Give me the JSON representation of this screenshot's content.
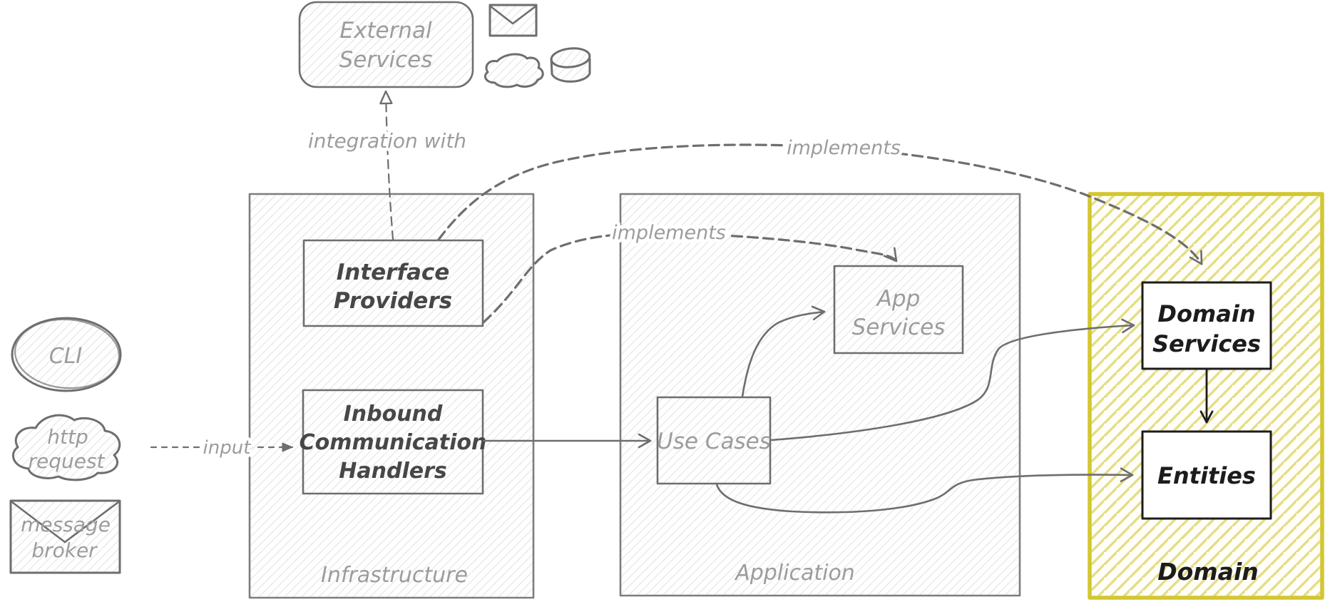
{
  "colors": {
    "ink_gray": "#6e6e6e",
    "ink_light": "#9c9c9c",
    "ink_dark": "#474747",
    "ink_black": "#1c1c1c",
    "domain_yellow": "#d3c630",
    "hatch_yellow": "#e5dd86",
    "hatch_gray": "#e7e7e7",
    "white": "#ffffff"
  },
  "actors": {
    "cli": {
      "label": "CLI"
    },
    "http_request": {
      "line1": "http",
      "line2": "request"
    },
    "message_broker": {
      "line1": "message",
      "line2": "broker"
    }
  },
  "external_services": {
    "line1": "External",
    "line2": "Services"
  },
  "containers": {
    "infrastructure": {
      "label": "Infrastructure"
    },
    "application": {
      "label": "Application"
    },
    "domain": {
      "label": "Domain"
    }
  },
  "nodes": {
    "interface_providers": {
      "line1": "Interface",
      "line2": "Providers"
    },
    "inbound_handlers": {
      "line1": "Inbound",
      "line2": "Communication",
      "line3": "Handlers"
    },
    "app_services": {
      "line1": "App",
      "line2": "Services"
    },
    "use_cases": {
      "label": "Use Cases"
    },
    "domain_services": {
      "line1": "Domain",
      "line2": "Services"
    },
    "entities": {
      "label": "Entities"
    }
  },
  "edges": {
    "integration_with": {
      "label": "integration with"
    },
    "implements_domain_services": {
      "label": "implements"
    },
    "implements_app_services": {
      "label": "implements"
    },
    "input": {
      "label": "input"
    }
  }
}
